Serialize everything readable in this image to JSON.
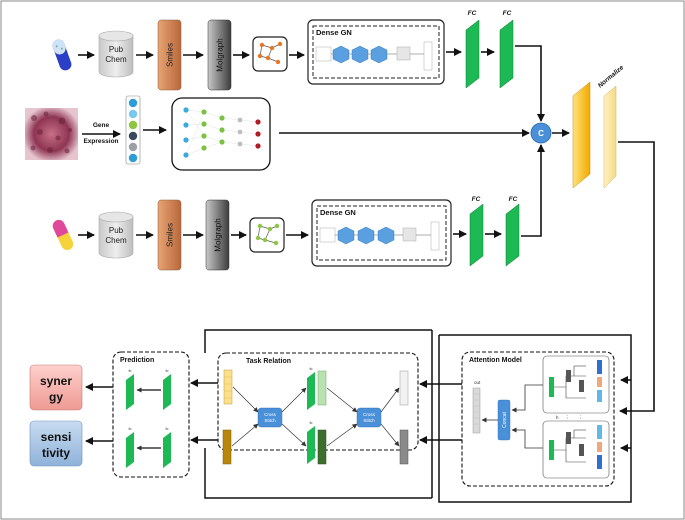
{
  "drug1_chain": {
    "database": [
      "Pub",
      "Chem"
    ],
    "smiles": "Smiles",
    "molgraph": "Molgraph",
    "gnn_title": "Dense GN",
    "fc_labels": [
      "FC",
      "FC"
    ]
  },
  "cell_line": {
    "gene_expression_label": [
      "Gene",
      "Expression"
    ]
  },
  "drug2_chain": {
    "database": [
      "Pub",
      "Chem"
    ],
    "smiles": "Smiles",
    "molgraph": "Molgraph",
    "gnn_title": "Dense GN",
    "fc_labels": [
      "FC",
      "FC"
    ]
  },
  "concat_node": "C",
  "normalize_label": "Normalize",
  "prediction": {
    "title": "Prediction",
    "fc_small": "fc"
  },
  "task_relation": {
    "title": "Task Relation",
    "cross_stitch": [
      "Cross",
      "Stitch"
    ]
  },
  "attention_model": {
    "title": "Attention Model",
    "out_label": "out",
    "concat_label": "Concat"
  },
  "outputs": {
    "synergy": [
      "syner",
      "gy"
    ],
    "sensitivity": [
      "sensi",
      "tivity"
    ]
  },
  "colors": {
    "fc_green": "#1db954",
    "normalize_gold": "#f7b500",
    "concat_blue": "#4a90d9",
    "synergy_fill": "#f4b4b0",
    "sensitivity_fill": "#aec8e6"
  }
}
